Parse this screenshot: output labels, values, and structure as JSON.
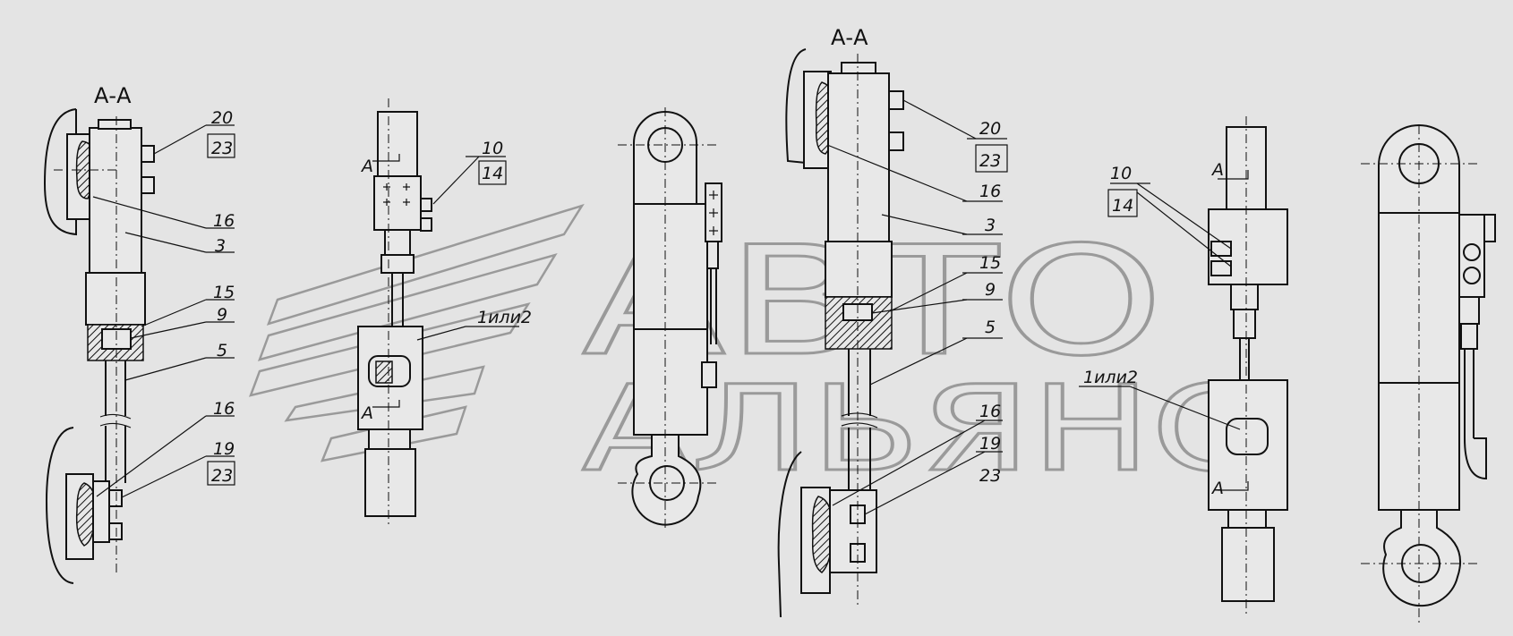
{
  "watermark": {
    "line1": "АВТО",
    "line2": "АЛЬЯНС"
  },
  "views": {
    "v1": {
      "section": "А-А",
      "lbl_20": "20",
      "lbl_23a": "23",
      "lbl_16a": "16",
      "lbl_3": "3",
      "lbl_15": "15",
      "lbl_9": "9",
      "lbl_5": "5",
      "lbl_16b": "16",
      "lbl_19": "19",
      "lbl_23b": "23"
    },
    "v2": {
      "arrow_a1": "А",
      "arrow_a2": "А",
      "lbl_10": "10",
      "lbl_14": "14",
      "lbl_1or2": "1или2"
    },
    "v4": {
      "section": "А-А",
      "lbl_20": "20",
      "lbl_23a": "23",
      "lbl_16a": "16",
      "lbl_3": "3",
      "lbl_15": "15",
      "lbl_9": "9",
      "lbl_5": "5",
      "lbl_16b": "16",
      "lbl_19": "19",
      "lbl_23b": "23"
    },
    "v5": {
      "arrow_a1": "А",
      "arrow_a2": "А",
      "lbl_10": "10",
      "lbl_14": "14",
      "lbl_1or2": "1или2"
    }
  }
}
